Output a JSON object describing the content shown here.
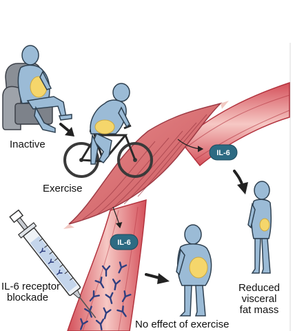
{
  "labels": {
    "inactive": "Inactive",
    "exercise": "Exercise",
    "il6_receptor_line1": "IL-6 receptor",
    "il6_receptor_line2": "blockade",
    "reduced_line1": "Reduced",
    "reduced_line2": "visceral",
    "reduced_line3": "fat mass",
    "no_effect": "No effect of exercise"
  },
  "pills": {
    "upper": "IL-6",
    "lower": "IL-6"
  },
  "colors": {
    "body": "#9bbbd6",
    "outline": "#2e4050",
    "fat": "#f5d66b",
    "muscle": "#e07f7f",
    "vessel": "#efb0ac",
    "vessel_edge": "#b3343f",
    "pill": "#2d6b83",
    "antibody": "#2f3f80",
    "chair": "#8a8f96"
  }
}
